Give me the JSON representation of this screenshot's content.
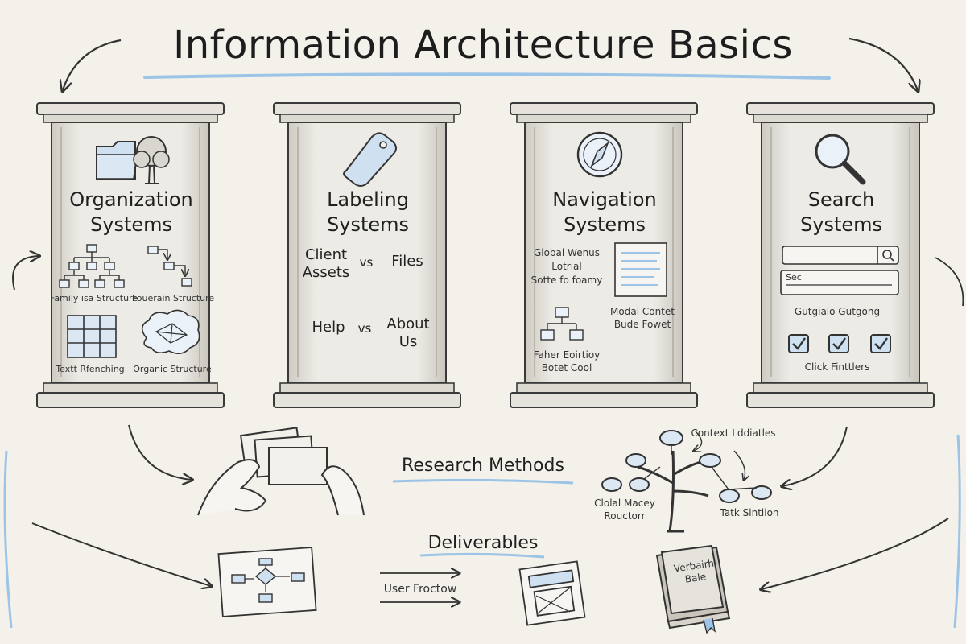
{
  "title": "Information Architecture Basics",
  "pillars": {
    "organization": {
      "title_line1": "Organization",
      "title_line2": "Systems",
      "icons": [
        "folder-icon",
        "tree-icon"
      ],
      "structures": [
        "Family ısa Structure",
        "Fouerain Structure",
        "Textt Rfenching",
        "Organic Structure"
      ]
    },
    "labeling": {
      "title_line1": "Labeling",
      "title_line2": "Systems",
      "icon": "tag-icon",
      "pair1_left_line1": "Client",
      "pair1_left_line2": "Assets",
      "pair1_vs": "vs",
      "pair1_right": "Files",
      "pair2_left": "Help",
      "pair2_vs": "vs",
      "pair2_right_line1": "About",
      "pair2_right_line2": "Us"
    },
    "navigation": {
      "title_line1": "Navigation",
      "title_line2": "Systems",
      "icon": "compass-icon",
      "global_line1": "Global Wenus",
      "global_line2": "Lotrial",
      "global_line3": "Sotte fo foamy",
      "modal_line1": "Modal Contet",
      "modal_line2": "Bude Fowet",
      "footer_line1": "Faher Eoirtioy",
      "footer_line2": "Botet Cool"
    },
    "search": {
      "title_line1": "Search",
      "title_line2": "Systems",
      "icon": "magnifier-icon",
      "field_text": "Sec",
      "suggest": "Gutgialo Gutgong",
      "filters": "Click Finttlers"
    }
  },
  "research": {
    "label": "Research Methods",
    "context": "Context Lddiatles",
    "global": "Clolal Macey",
    "global2": "Rouctorr",
    "task": "Tatk Sintiion"
  },
  "deliverables": {
    "label": "Deliverables",
    "userflow": "User Froctow",
    "book_line1": "Verbairh",
    "book_line2": "Bale"
  },
  "colors": {
    "ink": "#2b2b2b",
    "accent_blue": "#9cc4e6",
    "paper": "#f3f1ea"
  }
}
